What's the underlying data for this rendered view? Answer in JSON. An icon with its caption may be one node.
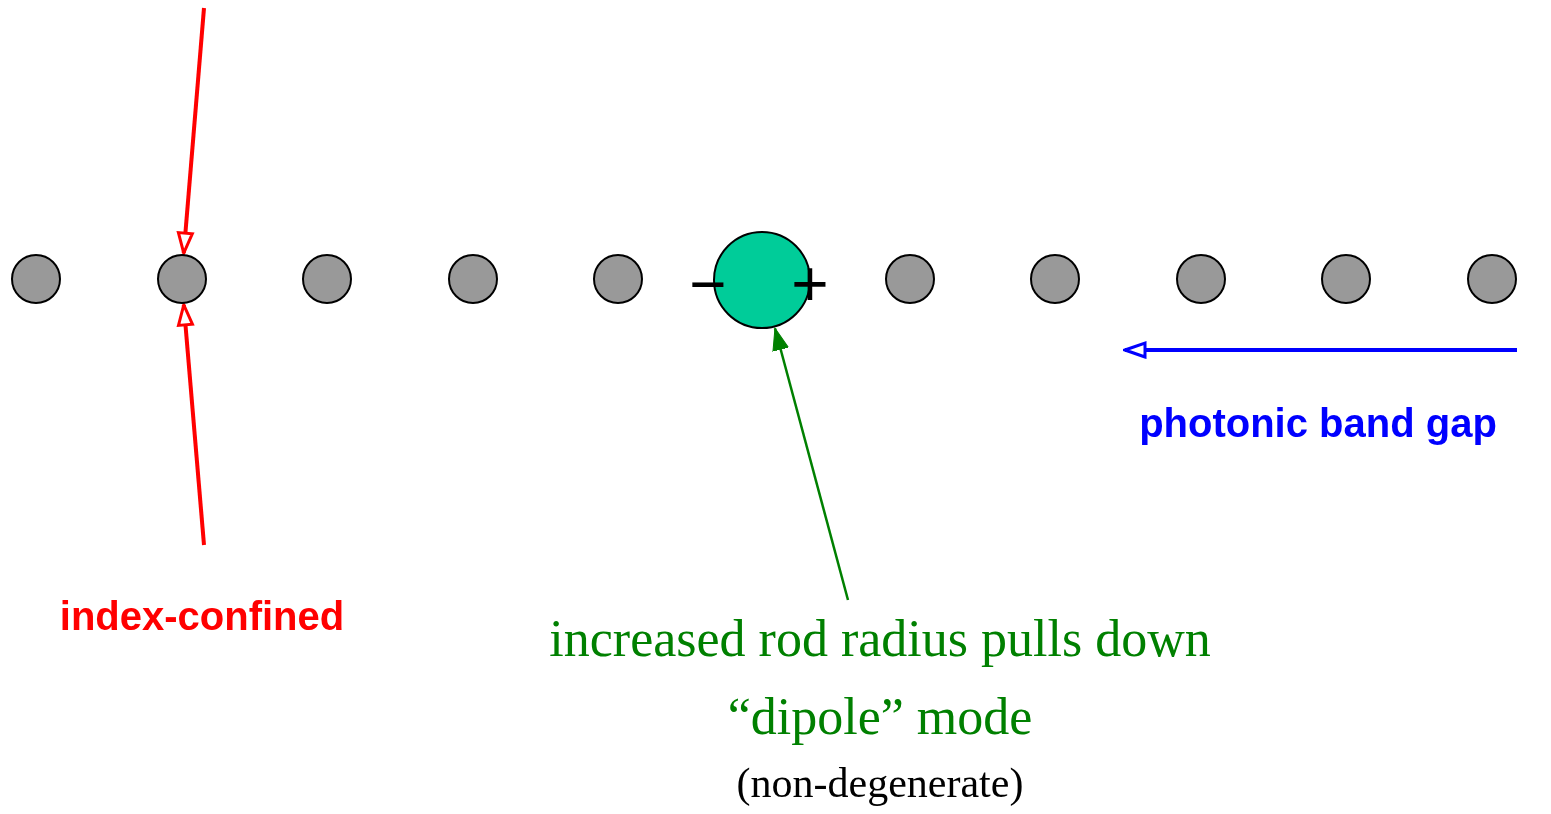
{
  "diagram": {
    "nodes": [
      {
        "text": [],
        "shape": "circle"
      },
      {
        "text": [],
        "shape": "circle"
      },
      {
        "text": [],
        "shape": "circle"
      },
      {
        "text": [],
        "shape": "circle"
      },
      {
        "text": [],
        "shape": "circle"
      },
      {
        "text": [],
        "shape": "circle"
      },
      {
        "text": [],
        "shape": "circle"
      },
      {
        "text": [],
        "shape": "circle"
      },
      {
        "text": [],
        "shape": "circle"
      },
      {
        "text": [],
        "shape": "circle"
      },
      {
        "text": [],
        "shape": "circle"
      },
      {
        "text": [
          "increased rod radius pulls down “dipole” mode",
          "(non-degenerate)"
        ]
      }
    ],
    "edges": [
      {
        "from": null,
        "to": 1,
        "arrow": "to",
        "color": "#ff0000"
      },
      {
        "from": null,
        "to": 1,
        "arrow": "to",
        "color": "#ff0000"
      },
      {
        "from": 11,
        "to": 5,
        "arrow": "to",
        "color": "#008000"
      }
    ],
    "labels": [
      "−",
      "+",
      "index-confined",
      "photonic band gap"
    ]
  }
}
